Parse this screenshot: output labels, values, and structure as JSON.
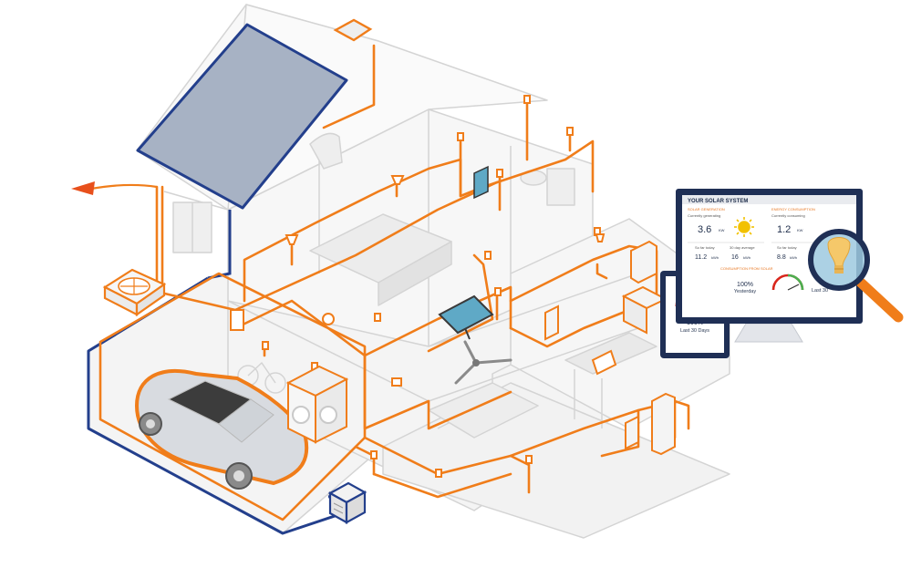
{
  "colors": {
    "wire": "#f07d1a",
    "solar_outline": "#233f8c",
    "solar_panel": "#a7b2c4",
    "house_line": "#d2d2d2",
    "house_fill": "#f4f4f4",
    "monitor_frame": "#1f2f55",
    "gauge_red": "#d9261c",
    "gauge_yellow": "#f2c100",
    "gauge_green": "#4caf50"
  },
  "dashboard": {
    "title": "YOUR SOLAR SYSTEM",
    "generation": {
      "heading": "SOLAR GENERATION",
      "currently_label": "Currently generating",
      "current_value": "3.6",
      "current_unit": "KW",
      "today_label": "So far today",
      "today_value": "11.2",
      "today_unit": "kWh",
      "avg_label": "30 day average",
      "avg_value": "16",
      "avg_unit": "kWh"
    },
    "consumption": {
      "heading": "ENERGY CONSUMPTION",
      "currently_label": "Currently consuming",
      "current_value": "1.2",
      "current_unit": "KW",
      "today_label": "So far today",
      "today_value": "8.8",
      "today_unit": "kWh"
    },
    "from_solar_heading": "CONSUMPTION FROM SOLAR",
    "yesterday_pct": "100%",
    "yesterday_label": "Yesterday",
    "last_pct": "Last 30"
  },
  "tablet": {
    "percent": "100%",
    "label": "Last 30 Days"
  },
  "icons": {
    "sun": "sun-icon",
    "bulb": "light-bulb-icon",
    "magnifier": "magnifier-icon",
    "arrow": "export-arrow-icon"
  }
}
